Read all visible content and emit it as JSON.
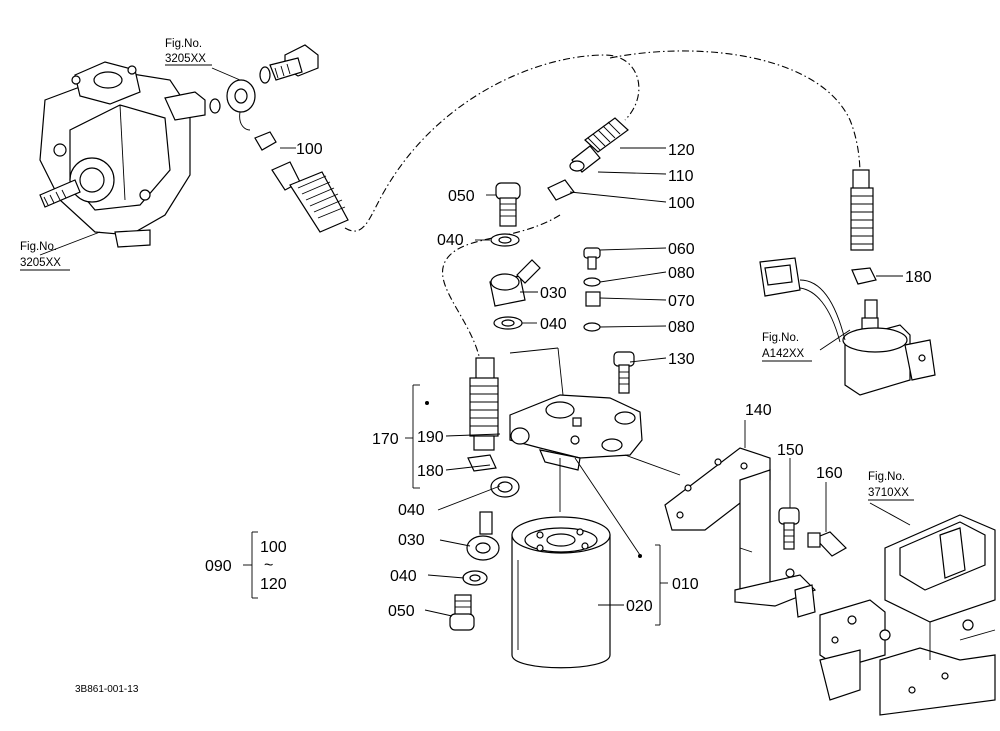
{
  "figure_refs": {
    "pump_top": {
      "line1": "Fig.No.",
      "line2": "3205XX"
    },
    "pump_bottom": {
      "line1": "Fig.No.",
      "line2": "3205XX"
    },
    "pump_motor": {
      "line1": "Fig.No.",
      "line2": "A142XX"
    },
    "manifold": {
      "line1": "Fig.No.",
      "line2": "3710XX"
    }
  },
  "part_labels": {
    "p100_pump": "100",
    "p120": "120",
    "p110": "110",
    "p100_center": "100",
    "p050_top": "050",
    "p040_top": "040",
    "p030_top": "030",
    "p040_mid": "040",
    "p060": "060",
    "p080_top": "080",
    "p070": "070",
    "p080_bottom": "080",
    "p130": "130",
    "p140": "140",
    "p150": "150",
    "p160": "160",
    "p180_right": "180",
    "p170": "170",
    "p190": "190",
    "p180_left": "180",
    "p040_left": "040",
    "p030_bottom": "030",
    "p040_bottom": "040",
    "p050_bottom": "050",
    "p010": "010",
    "p020": "020"
  },
  "group_090": {
    "label": "090",
    "range_start": "100",
    "range_sep": "~",
    "range_end": "120"
  },
  "drawing_code": "3B861-001-13"
}
